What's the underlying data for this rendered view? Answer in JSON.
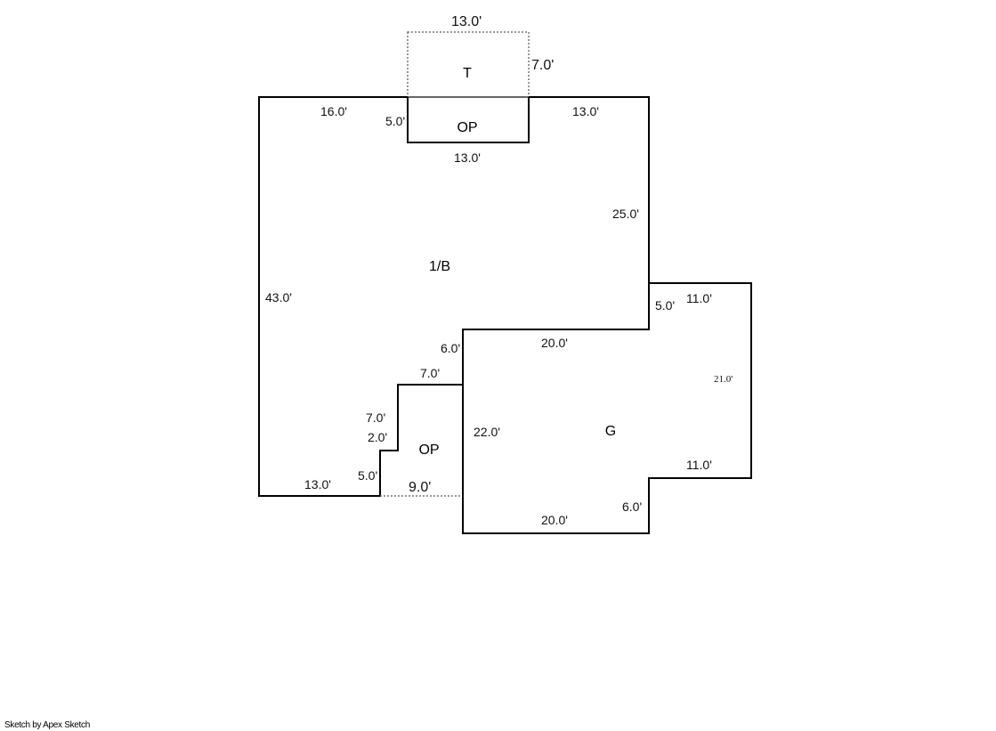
{
  "areas": {
    "main": {
      "label": "1/B"
    },
    "op_top": {
      "label": "OP"
    },
    "terrace": {
      "label": "T"
    },
    "op_bottom": {
      "label": "OP"
    },
    "garage": {
      "label": "G"
    }
  },
  "dimensions": {
    "t_top": "13.0'",
    "t_right": "7.0'",
    "main_top_left": "16.0'",
    "op_top_left": "5.0'",
    "main_top_right": "13.0'",
    "op_top_bottom": "13.0'",
    "main_right": "25.0'",
    "main_left": "43.0'",
    "g_step_right": "5.0'",
    "g_top_right": "11.0'",
    "main_step": "6.0'",
    "g_top": "20.0'",
    "g_right": "21.0'",
    "op_bottom_top": "7.0'",
    "op_bottom_left": "7.0'",
    "op_step": "2.0'",
    "g_left": "22.0'",
    "g_bottom_right": "11.0'",
    "op_bottom_step": "5.0'",
    "main_bottom": "13.0'",
    "op_bottom_open": "9.0'",
    "g_notch": "6.0'",
    "g_bottom": "20.0'"
  },
  "footer": "Sketch by Apex Sketch"
}
